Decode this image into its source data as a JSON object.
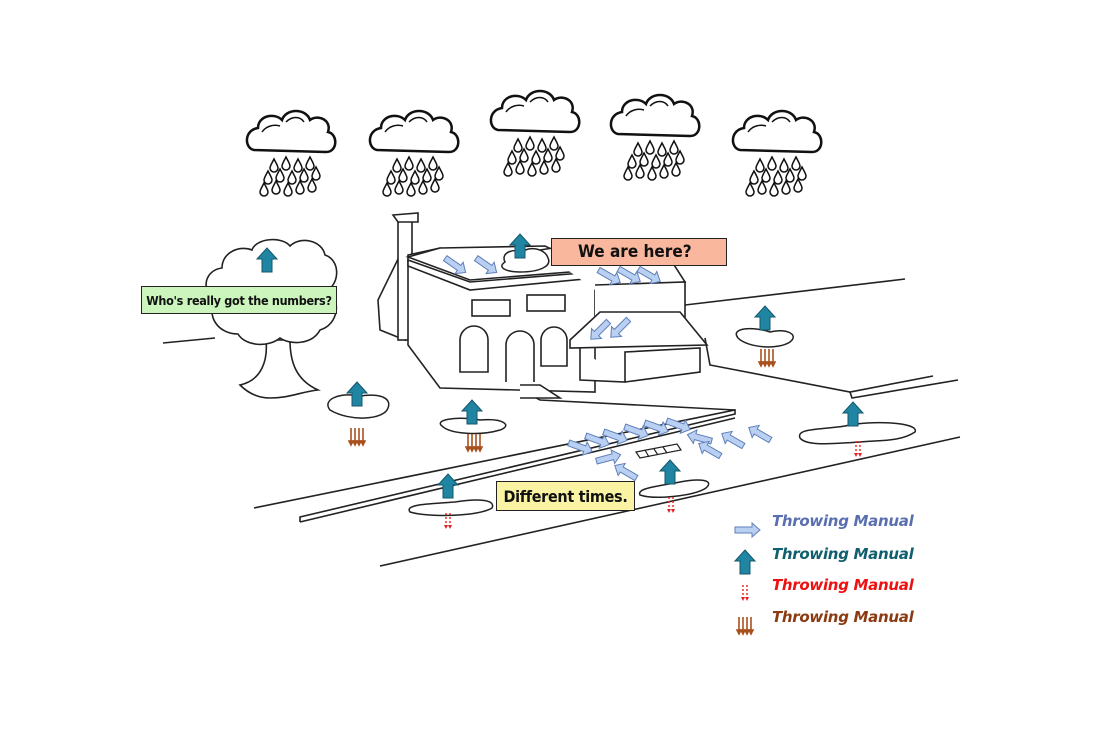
{
  "callouts": {
    "tree": "Who's really got the numbers?",
    "roof": "We are here?",
    "street": "Different times."
  },
  "legend": [
    {
      "icon": "light-blue-flow-arrow-icon",
      "label": "Throwing Manual",
      "color": "#5a6fb0"
    },
    {
      "icon": "teal-up-arrow-icon",
      "label": "Throwing Manual",
      "color": "#0f5f6e"
    },
    {
      "icon": "red-dotted-down-arrows-icon",
      "label": "Throwing Manual",
      "color": "#ee1111"
    },
    {
      "icon": "brown-down-arrows-icon",
      "label": "Throwing Manual",
      "color": "#8b3a12"
    }
  ],
  "colors": {
    "evaporation": "#1f85a3",
    "runoff": "#b5ccf0",
    "infiltration": "#a8501e",
    "seepage": "#e82020"
  },
  "clouds": 5
}
